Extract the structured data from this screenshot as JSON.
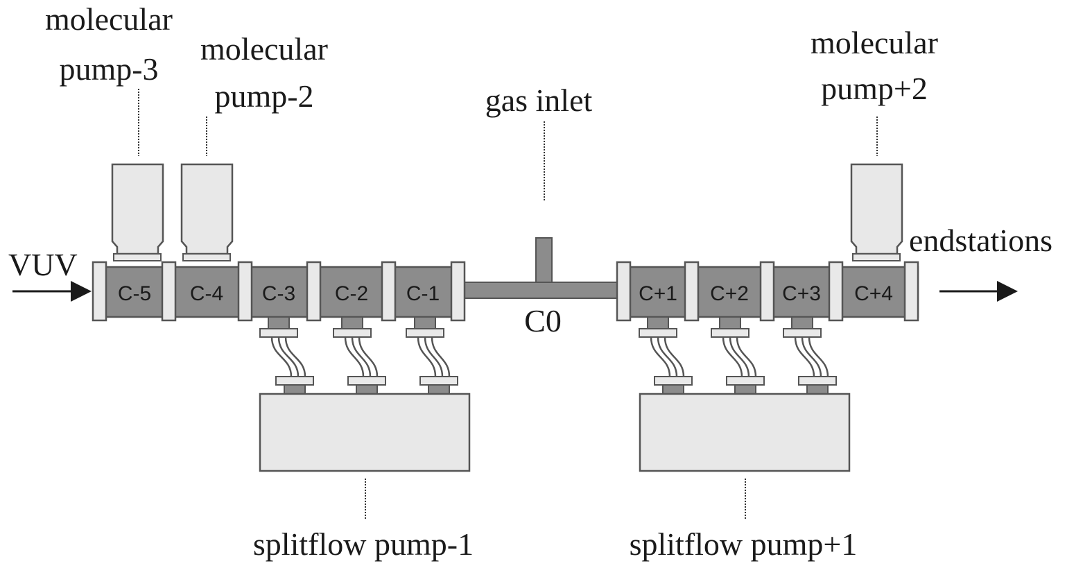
{
  "labels": {
    "mp3_line1": "molecular",
    "mp3_line2": "pump-3",
    "mp2_line1": "molecular",
    "mp2_line2": "pump-2",
    "gas_inlet": "gas inlet",
    "mpp2_line1": "molecular",
    "mpp2_line2": "pump+2",
    "vuv": "VUV",
    "endstations": "endstations",
    "c0": "C0",
    "sf1": "splitflow pump-1",
    "sfp1": "splitflow pump+1"
  },
  "chambers": {
    "cm5": "C-5",
    "cm4": "C-4",
    "cm3": "C-3",
    "cm2": "C-2",
    "cm1": "C-1",
    "cp1": "C+1",
    "cp2": "C+2",
    "cp3": "C+3",
    "cp4": "C+4"
  },
  "colors": {
    "tube": "#8c8c8c",
    "flange": "#e9e9e9",
    "pump_body": "#e8e8e8",
    "outline": "#555555",
    "text": "#1a1a1a"
  }
}
